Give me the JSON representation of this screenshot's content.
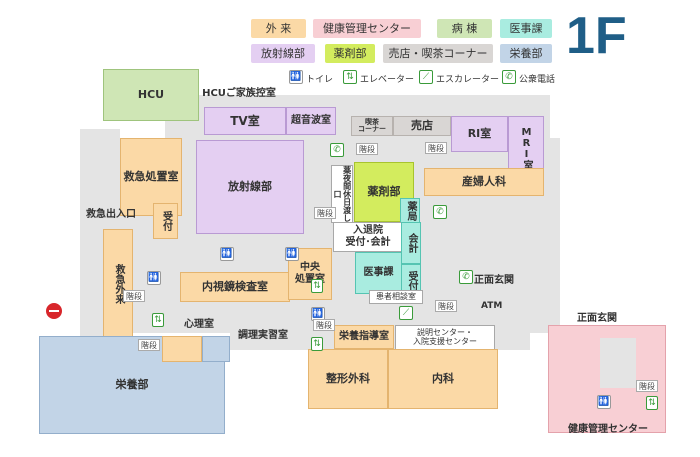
{
  "floor_label": "1F",
  "legend": [
    {
      "label": "外 来",
      "color": "#fbd9a6"
    },
    {
      "label": "健康管理センター",
      "color": "#f8cfd4"
    },
    {
      "label": "病 棟",
      "color": "#cfe6b5"
    },
    {
      "label": "医事課",
      "color": "#a9ece0"
    },
    {
      "label": "放射線部",
      "color": "#e4cff2"
    },
    {
      "label": "薬剤部",
      "color": "#d3ec5e"
    },
    {
      "label": "売店・喫茶コーナー",
      "color": "#d9d6d4"
    },
    {
      "label": "栄養部",
      "color": "#c2d4e7"
    }
  ],
  "icon_legend": {
    "toilet": "トイレ",
    "elevator": "エレベーター",
    "escalator": "エスカレーター",
    "phone": "公衆電話"
  },
  "rooms": {
    "hcu": "HCU",
    "hcu_family": "HCUご家族控室",
    "tv": "TV室",
    "ultrasound": "超音波室",
    "cafe": "喫茶\nコーナー",
    "shop": "売店",
    "ri": "RI室",
    "mri": "MRI室",
    "emergency_treatment": "救急処置室",
    "radiology": "放射線部",
    "night_pharmacy": "薬夜間休日渡し口",
    "pharmacy": "薬剤部",
    "pharmacy_counter": "薬局",
    "obgyn": "産婦人科",
    "emergency_entrance": "救急出入口",
    "reception_small": "受付",
    "emergency_outpatient": "救急外来",
    "admission": "入退院\n受付･会計",
    "accounting": "会計",
    "medical_affairs": "医事課",
    "reception": "受付",
    "endoscopy": "内視鏡検査室",
    "central_treatment": "中央\n処置室",
    "patient_consult": "患者相談室",
    "front_entrance": "正面玄関",
    "atm": "ATM",
    "psychology": "心理室",
    "cooking": "調理実習室",
    "nutrition_guidance": "栄養指導室",
    "info_center": "説明センター・\n入院支援センター",
    "nutrition": "栄養部",
    "orthopedics": "整形外科",
    "internal_medicine": "内科",
    "front_entrance_2": "正面玄関",
    "health_center": "健康管理センター"
  },
  "stair_label": "階段"
}
